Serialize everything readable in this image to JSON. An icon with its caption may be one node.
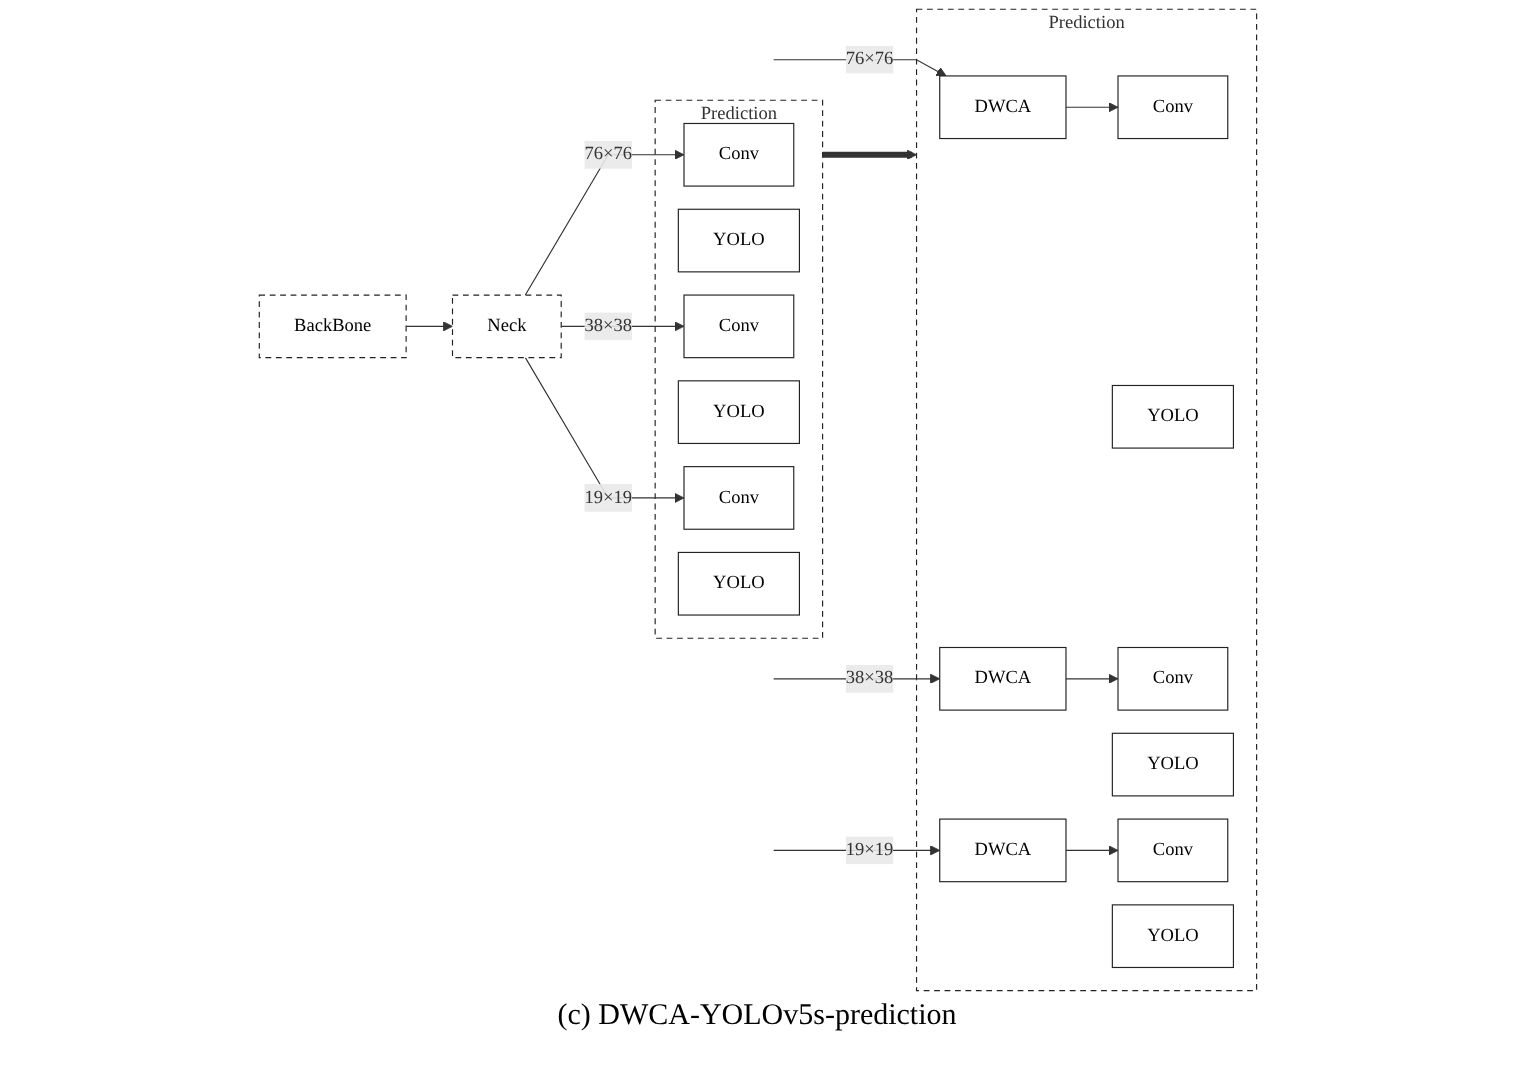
{
  "diagram": {
    "caption": "(c) DWCA-YOLOv5s-prediction",
    "nodes": [
      {
        "text": [
          "BackBone"
        ]
      },
      {
        "text": [
          "Neck"
        ]
      },
      {
        "text": [
          "Prediction"
        ]
      },
      {
        "text": [
          "Conv"
        ],
        "in": 2
      },
      {
        "text": [
          "YOLO"
        ],
        "in": 2
      },
      {
        "text": [
          "Conv"
        ],
        "in": 2
      },
      {
        "text": [
          "YOLO"
        ],
        "in": 2
      },
      {
        "text": [
          "Conv"
        ],
        "in": 2
      },
      {
        "text": [
          "YOLO"
        ],
        "in": 2
      },
      {
        "text": [
          "Prediction"
        ]
      },
      {
        "text": [
          "DWCA"
        ],
        "in": 9
      },
      {
        "text": [
          "Conv"
        ],
        "in": 9
      },
      {
        "text": [
          "YOLO"
        ],
        "in": 9
      },
      {
        "text": [
          "DWCA"
        ],
        "in": 9
      },
      {
        "text": [
          "Conv"
        ],
        "in": 9
      },
      {
        "text": [
          "YOLO"
        ],
        "in": 9
      },
      {
        "text": [
          "DWCA"
        ],
        "in": 9
      },
      {
        "text": [
          "Conv"
        ],
        "in": 9
      },
      {
        "text": [
          "YOLO"
        ],
        "in": 9
      }
    ],
    "edges": [
      {
        "from": 0,
        "to": 1,
        "arrow": "to"
      },
      {
        "from": 1,
        "to": 3,
        "arrow": "to",
        "label": "76×76"
      },
      {
        "from": 1,
        "to": 5,
        "arrow": "to",
        "label": "38×38"
      },
      {
        "from": 1,
        "to": 7,
        "arrow": "to",
        "label": "19×19"
      },
      {
        "from": 2,
        "to": 9,
        "arrow": "to",
        "style": "thick"
      },
      {
        "from": null,
        "to": 10,
        "arrow": "to",
        "label": "76×76"
      },
      {
        "from": 10,
        "to": 11,
        "arrow": "to"
      },
      {
        "from": null,
        "to": 13,
        "arrow": "to",
        "label": "38×38"
      },
      {
        "from": 13,
        "to": 14,
        "arrow": "to"
      },
      {
        "from": null,
        "to": 16,
        "arrow": "to",
        "label": "19×19"
      },
      {
        "from": 16,
        "to": 17,
        "arrow": "to"
      }
    ]
  }
}
